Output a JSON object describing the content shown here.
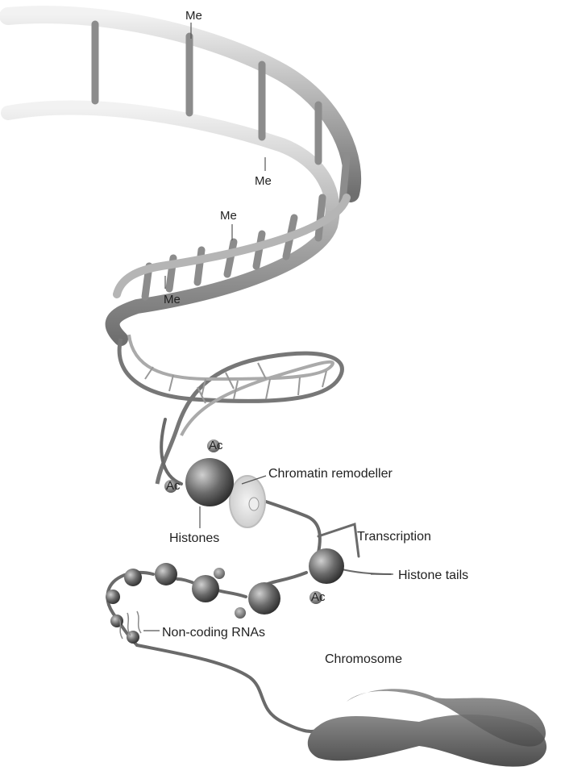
{
  "labels": {
    "me_1": "Me",
    "me_2": "Me",
    "me_3": "Me",
    "me_4": "Me",
    "chromatin_remodeller": "Chromatin remodeller",
    "histones": "Histones",
    "transcription": "Transcription",
    "histone_tails": "Histone tails",
    "non_coding_rnas": "Non-coding RNAs",
    "chromosome": "Chromosome",
    "ac": "Ac"
  },
  "colors": {
    "dna_backbone": "#9a9a9a",
    "dna_highlight": "#e6e6e6",
    "rung": "#8c8c8c",
    "histone": "#5a5a5a",
    "histone_highlight": "#bdbdbd",
    "chromosome": "#6e6e6e",
    "remodeller": "#d9d9d9",
    "fiber": "#6a6a6a"
  }
}
